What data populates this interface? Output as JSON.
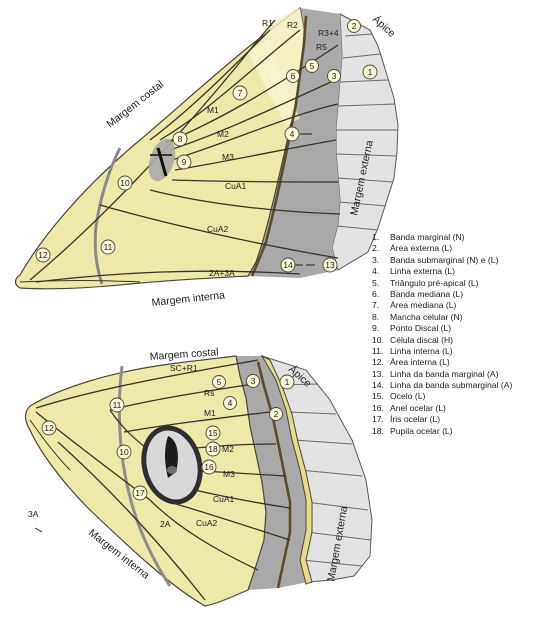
{
  "figure": {
    "upper_wing": {
      "margins": {
        "costal": "Margem costal",
        "external": "Margem externa",
        "internal": "Margem interna",
        "apex": "Ápice"
      },
      "veins": [
        "R1",
        "R2",
        "R3+4",
        "R5",
        "M1",
        "M2",
        "M3",
        "CuA1",
        "CuA2",
        "2A+3A"
      ],
      "region_numbers": [
        "1",
        "2",
        "3",
        "4",
        "5",
        "6",
        "7",
        "8",
        "9",
        "10",
        "11",
        "12",
        "13",
        "14"
      ]
    },
    "lower_wing": {
      "margins": {
        "costal": "Margem costal",
        "external": "Margem externa",
        "internal": "Margem interna",
        "apex": "Ápice"
      },
      "veins": [
        "SC+R1",
        "Rs",
        "M1",
        "M2",
        "M3",
        "CuA1",
        "CuA2",
        "2A",
        "3A"
      ],
      "region_numbers": [
        "1",
        "2",
        "3",
        "4",
        "5",
        "10",
        "11",
        "12",
        "15",
        "16",
        "17",
        "18"
      ]
    },
    "colors": {
      "wing_fill": "#ede9a9",
      "wing_fill_light": "#f6f3c9",
      "submarginal_gray": "#a9a9a9",
      "outer_cells": "#e2e2e2",
      "vein": "#3a3326",
      "band_line": "#5b4b2a"
    }
  },
  "legend": [
    {
      "n": "1.",
      "label": "Banda marginal (N)"
    },
    {
      "n": "2.",
      "label": "Área externa (L)"
    },
    {
      "n": "3.",
      "label": "Banda submarginal (N) e (L)"
    },
    {
      "n": "4.",
      "label": "Linha externa (L)"
    },
    {
      "n": "5.",
      "label": "Triângulo pré-apical (L)"
    },
    {
      "n": "6.",
      "label": "Banda mediana (L)"
    },
    {
      "n": "7.",
      "label": "Área mediana (L)"
    },
    {
      "n": "8.",
      "label": "Mancha celular (N)"
    },
    {
      "n": "9.",
      "label": "Ponto Discal (L)"
    },
    {
      "n": "10.",
      "label": "Célula discal (H)"
    },
    {
      "n": "11.",
      "label": "Linha interna (L)"
    },
    {
      "n": "12.",
      "label": "Área interna (L)"
    },
    {
      "n": "13.",
      "label": "Linha da banda marginal (A)"
    },
    {
      "n": "14.",
      "label": "Linha da banda submarginal (A)"
    },
    {
      "n": "15.",
      "label": "Ocelo (L)"
    },
    {
      "n": "16.",
      "label": "Anel ocelar (L)"
    },
    {
      "n": "17.",
      "label": "Íris ocelar (L)"
    },
    {
      "n": "18.",
      "label": "Pupila ocelar (L)"
    }
  ]
}
